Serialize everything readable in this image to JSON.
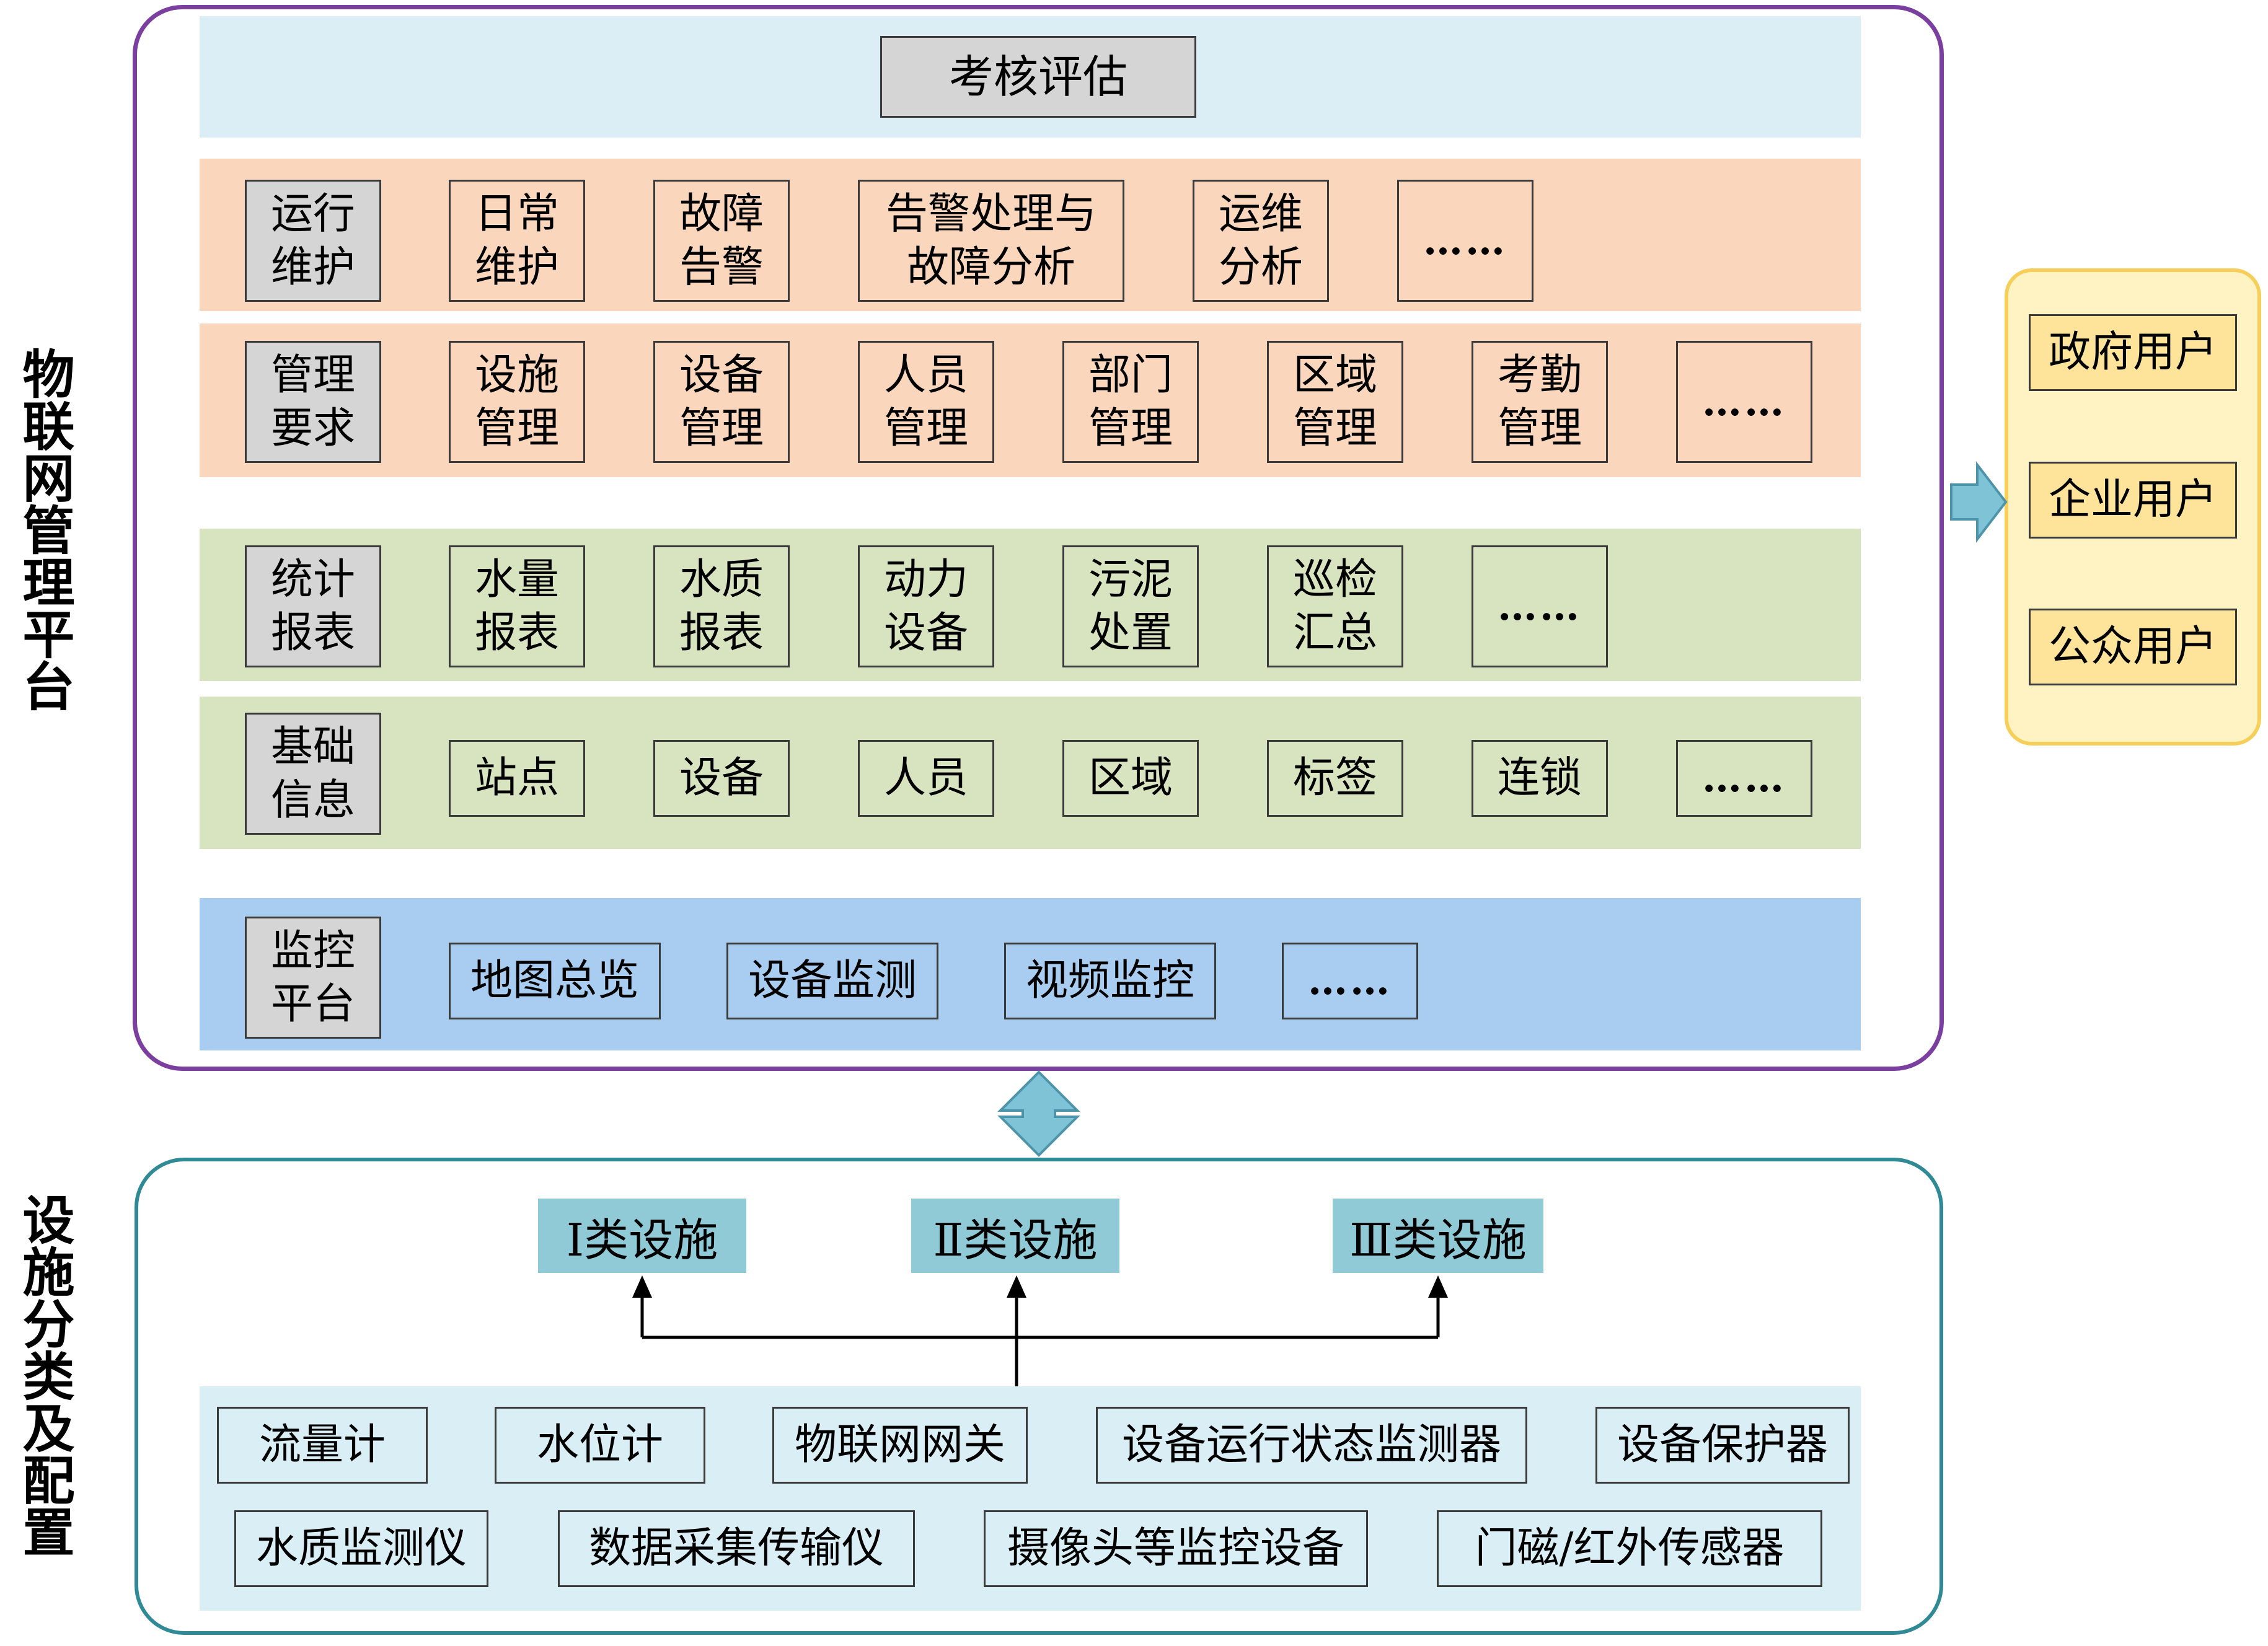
{
  "side_labels": {
    "platform": "物联网管理平台",
    "facilities": "设施分类及配置"
  },
  "assessment": {
    "label": "考核评估"
  },
  "rows": {
    "operation": {
      "header": "运行\n维护",
      "items": [
        "日常\n维护",
        "故障\n告警",
        "告警处理与\n故障分析",
        "运维\n分析",
        "……"
      ]
    },
    "management": {
      "header": "管理\n要求",
      "items": [
        "设施\n管理",
        "设备\n管理",
        "人员\n管理",
        "部门\n管理",
        "区域\n管理",
        "考勤\n管理",
        "……"
      ]
    },
    "statistics": {
      "header": "统计\n报表",
      "items": [
        "水量\n报表",
        "水质\n报表",
        "动力\n设备",
        "污泥\n处置",
        "巡检\n汇总",
        "……"
      ]
    },
    "basic": {
      "header": "基础\n信息",
      "items": [
        "站点",
        "设备",
        "人员",
        "区域",
        "标签",
        "连锁",
        "……"
      ]
    },
    "monitoring": {
      "header": "监控\n平台",
      "items": [
        "地图总览",
        "设备监测",
        "视频监控",
        "……"
      ]
    }
  },
  "users": [
    "政府用户",
    "企业用户",
    "公众用户"
  ],
  "facility_classes": [
    "Ⅰ类设施",
    "Ⅱ类设施",
    "Ⅲ类设施"
  ],
  "devices_row1": [
    "流量计",
    "水位计",
    "物联网网关",
    "设备运行状态监测器",
    "设备保护器"
  ],
  "devices_row2": [
    "水质监测仪",
    "数据采集传输仪",
    "摄像头等监控设备",
    "门磁/红外传感器"
  ],
  "colors": {
    "platform_border": "#7b3fa0",
    "facility_border": "#2f8a96",
    "assessment_band": "#dbeef5",
    "management_band": "#fad6bd",
    "statistics_band": "#d8e4bf",
    "monitoring_band": "#a9cdf0",
    "user_panel": "#fff3c4",
    "user_panel_border": "#f5cf5a",
    "arrow": "#7fc3d6"
  }
}
